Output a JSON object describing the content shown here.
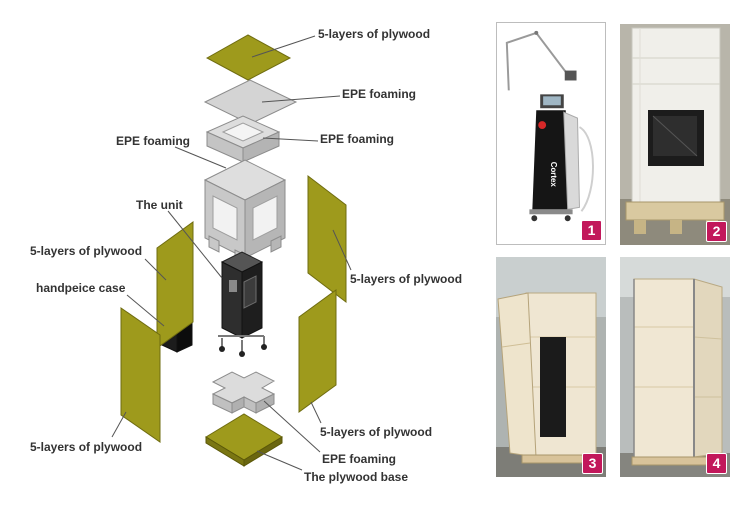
{
  "labels": {
    "plywood_top": "5-layers of plywood",
    "epe_top": "EPE foaming",
    "epe_frame_right": "EPE foaming",
    "epe_frame_left": "EPE foaming",
    "the_unit": "The unit",
    "plywood_left_upper": "5-layers of plywood",
    "handpiece_case": "handpeice case",
    "plywood_right_upper": "5-layers of plywood",
    "plywood_right_lower": "5-layers of plywood",
    "plywood_left_lower": "5-layers of plywood",
    "epe_bottom": "EPE foaming",
    "plywood_base": "The plywood base"
  },
  "photos": [
    {
      "number": "1",
      "brand": "Cortex"
    },
    {
      "number": "2"
    },
    {
      "number": "3"
    },
    {
      "number": "4"
    }
  ],
  "colors": {
    "plywood": "#9e9a1c",
    "plywood_dark": "#6f6c10",
    "foam": "#d6d6d6",
    "foam_dark": "#9e9e9e",
    "label": "#333333",
    "badge": "#c2185b"
  }
}
